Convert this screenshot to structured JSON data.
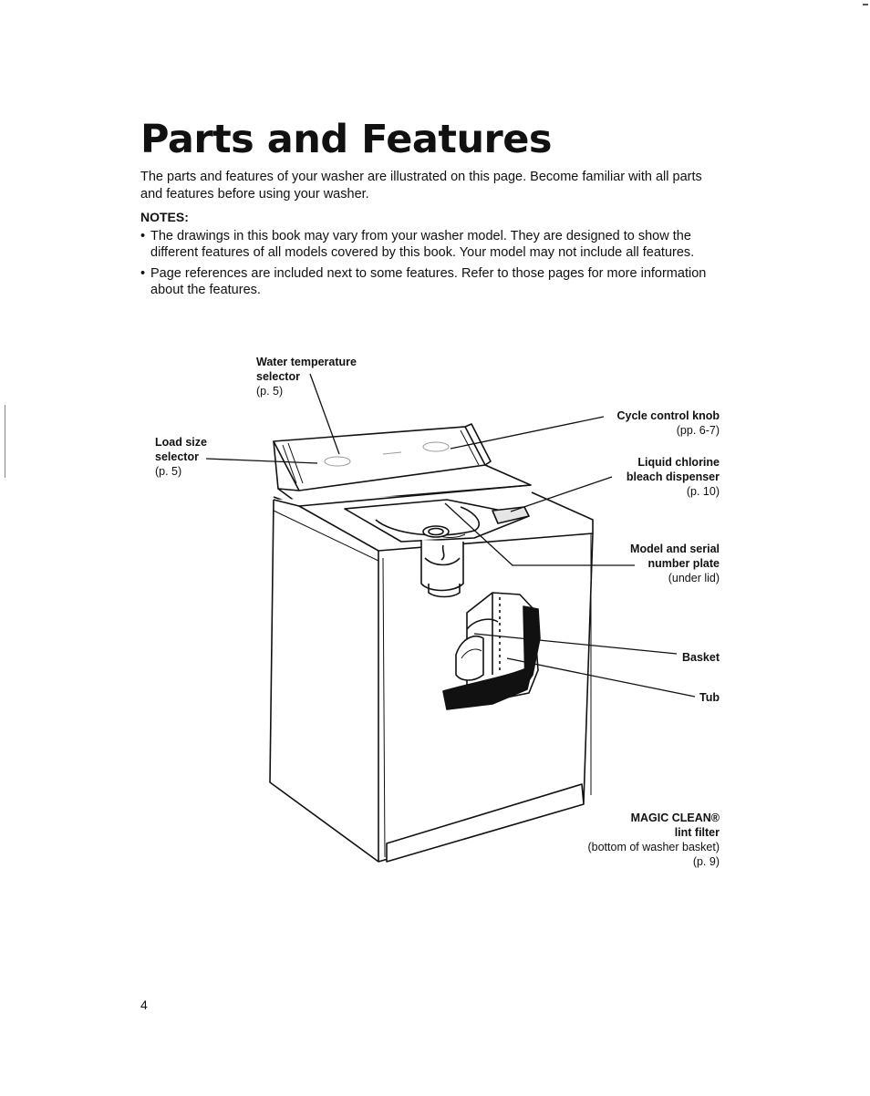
{
  "title": "Parts and Features",
  "intro": "The parts and features of your washer are illustrated on this page. Become familiar with all parts and features before using your washer.",
  "notes_heading": "NOTES:",
  "notes": [
    "The drawings in this book may vary from your washer model. They are designed to show the different features of all models covered by this book. Your model may not include all features.",
    "Page references are included next to some features. Refer to those pages for more information about the features."
  ],
  "labels": {
    "water_temp": {
      "line1": "Water temperature",
      "line2": "selector",
      "ref": "(p. 5)"
    },
    "load_size": {
      "line1": "Load size",
      "line2": "selector",
      "ref": "(p. 5)"
    },
    "cycle_knob": {
      "line1": "Cycle control knob",
      "ref": "(pp. 6-7)"
    },
    "bleach": {
      "line1": "Liquid chlorine",
      "line2": "bleach dispenser",
      "ref": "(p. 10)"
    },
    "model_plate": {
      "line1": "Model and serial",
      "line2": "number plate",
      "ref": "(under lid)"
    },
    "basket": {
      "line1": "Basket"
    },
    "tub": {
      "line1": "Tub"
    },
    "magic_clean": {
      "line1": "MAGIC CLEAN®",
      "line2": "lint filter",
      "ref1": "(bottom of washer basket)",
      "ref2": "(p. 9)"
    }
  },
  "page_number": "4"
}
